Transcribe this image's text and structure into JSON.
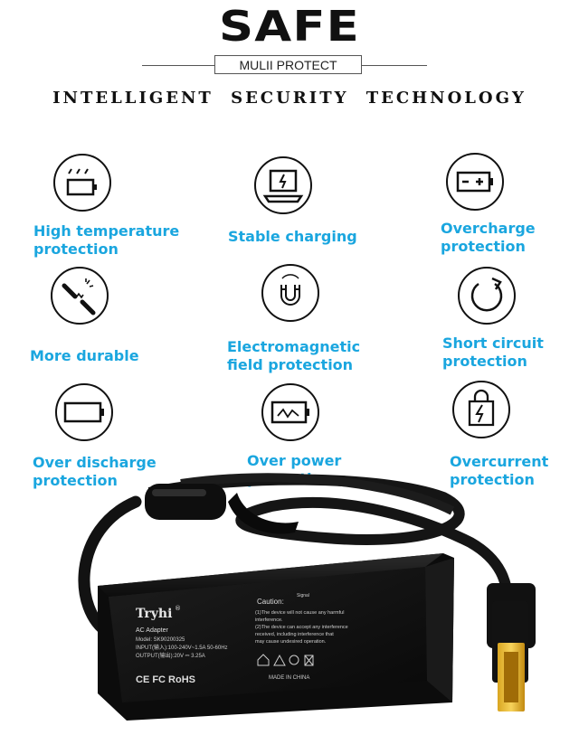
{
  "header": {
    "brand": "SAFE",
    "subtitle": "MULII PROTECT",
    "tagline": "INTELLIGENT SECURITY TECHNOLOGY"
  },
  "colors": {
    "feature_text": "#1aa6df",
    "icon_stroke": "#111111",
    "product_body": "#141414"
  },
  "features": [
    {
      "icon": "battery-heat-icon",
      "label_lines": [
        "High temperature",
        "protection"
      ]
    },
    {
      "icon": "laptop-charging-icon",
      "label_lines": [
        "Stable charging"
      ]
    },
    {
      "icon": "battery-plus-minus-icon",
      "label_lines": [
        "Overcharge",
        "protection"
      ]
    },
    {
      "icon": "broken-cable-icon",
      "label_lines": [
        "More durable"
      ]
    },
    {
      "icon": "magnet-icon",
      "label_lines": [
        "Electromagnetic",
        "field protection"
      ]
    },
    {
      "icon": "circular-arrow-icon",
      "label_lines": [
        "Short circuit",
        "protection"
      ]
    },
    {
      "icon": "empty-battery-icon",
      "label_lines": [
        "Over discharge",
        "protection"
      ]
    },
    {
      "icon": "waveform-battery-icon",
      "label_lines": [
        "Over power",
        "protection"
      ]
    },
    {
      "icon": "lightning-bag-icon",
      "label_lines": [
        "Overcurrent",
        "protection"
      ]
    }
  ],
  "adapter": {
    "brand": "Tryhi",
    "registered": "®",
    "title": "AC Adapter",
    "model": "Model: SK90200325",
    "input": "INPUT(输入):100-240V~1.5A 50-60Hz",
    "output": "OUTPUT(输出):20V ⎓ 3.25A",
    "caution_title": "Caution:",
    "caution_lines": [
      "(1)The device will not cause any harmful",
      "interference.",
      "(2)The device can accept any interference",
      "received, including interference that",
      "may cause undesired operation."
    ],
    "origin": "MADE IN CHINA",
    "cert_marks": "CE FC RoHS",
    "cable_label": "Signal"
  }
}
